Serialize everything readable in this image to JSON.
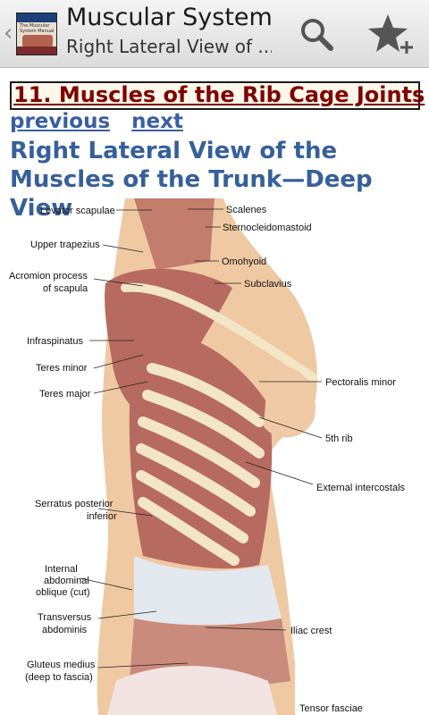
{
  "actionbar": {
    "title": "Muscular System",
    "subtitle": "Right Lateral View of ...",
    "icons": {
      "up": "chevron-left-icon",
      "search": "search-icon",
      "favorite": "star-add-icon"
    },
    "app_icon_text": "The Muscular System Manual"
  },
  "content": {
    "chapter_title": "11. Muscles of the Rib Cage Joints",
    "nav": {
      "previous": "previous",
      "next": "next"
    },
    "heading": "Right Lateral View of the Muscles of the Trunk—Deep View"
  },
  "figure": {
    "labels": {
      "levator_scapulae": "Levator scapulae",
      "scalenes": "Scalenes",
      "sternocleidomastoid": "Sternocleidomastoid",
      "upper_trapezius": "Upper trapezius",
      "omohyoid": "Omohyoid",
      "acromion_1": "Acromion process",
      "acromion_2": "of scapula",
      "subclavius": "Subclavius",
      "infraspinatus": "Infraspinatus",
      "teres_minor": "Teres minor",
      "pectoralis_minor": "Pectoralis minor",
      "teres_major": "Teres major",
      "fifth_rib": "5th rib",
      "external_intercostals": "External intercostals",
      "serratus_1": "Serratus posterior",
      "serratus_2": "inferior",
      "internal_oblique_1": "Internal",
      "internal_oblique_2": "abdominal",
      "internal_oblique_3": "oblique (cut)",
      "transversus_1": "Transversus",
      "transversus_2": "abdominis",
      "iliac_crest": "Iliac crest",
      "gluteus_1": "Gluteus medius",
      "gluteus_2": "(deep to fascia)",
      "tensor_fasciae": "Tensor fasciae"
    }
  },
  "colors": {
    "heading": "#36609a",
    "chapter": "#800000",
    "link": "#3a5fa0",
    "muscle": "#b76a5f",
    "rib": "#f2e6c6",
    "skin": "#efc9a2"
  }
}
